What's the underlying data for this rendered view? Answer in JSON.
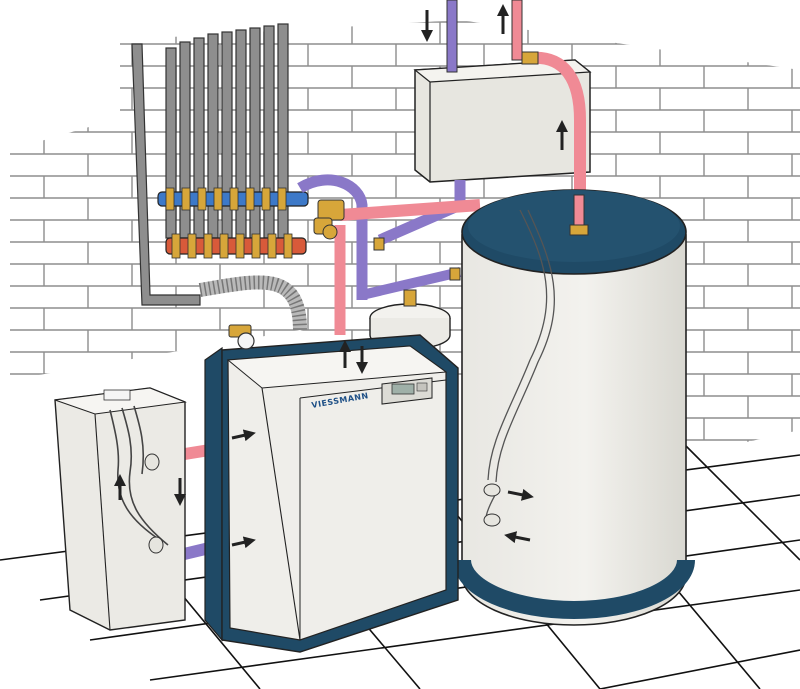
{
  "illustration": {
    "brand_text": "VIESSMANN",
    "colors": {
      "outline": "#2a2a2a",
      "brick_line": "#9a9a9a",
      "appliance_body": "#efeeea",
      "appliance_shade": "#dcdbd5",
      "navy_frame": "#1f4a66",
      "hot_pipe": "#f08a95",
      "cold_pipe": "#8a78c8",
      "copper": "#c8822e",
      "brass": "#d7a63a",
      "manifold_blue": "#3d79c8",
      "manifold_red": "#d85a3a",
      "flex_duct": "#b9b9b9"
    },
    "components": [
      "brick-wall",
      "floor-tiles",
      "underfloor-heating-manifold",
      "electrical-junction-box",
      "hot-water-storage-cylinder",
      "heat-pump-unit",
      "ground-source-brine-module",
      "expansion-vessel",
      "control-panel",
      "flow-direction-arrows"
    ]
  }
}
